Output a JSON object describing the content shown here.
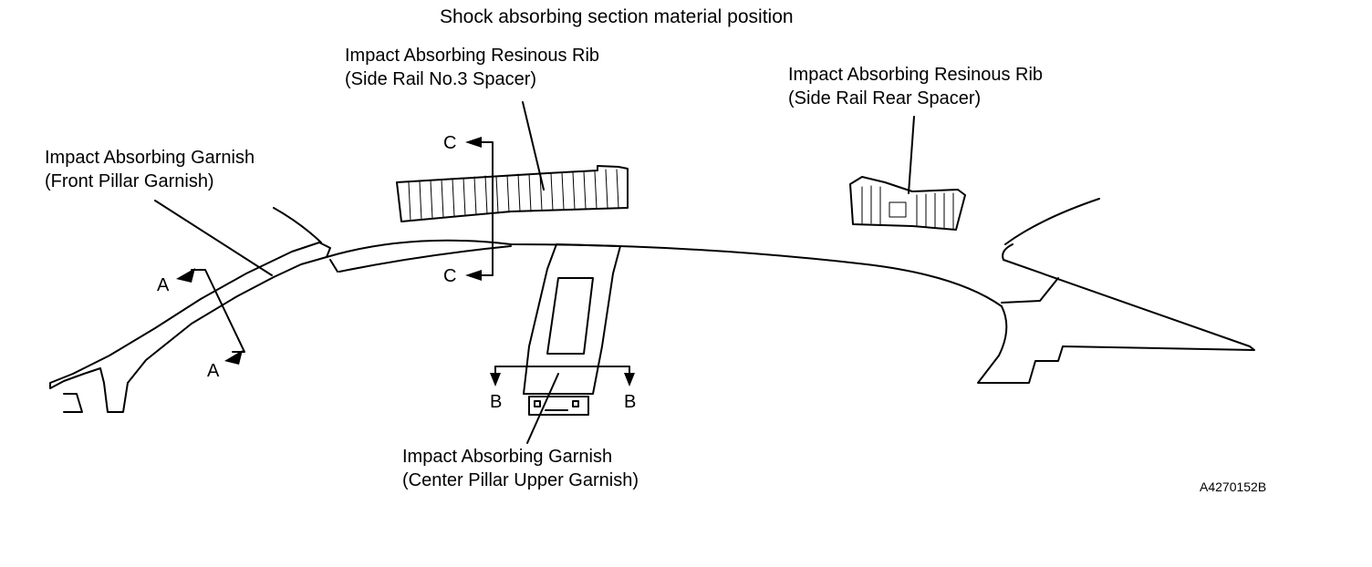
{
  "title": "Shock absorbing section material position",
  "labels": {
    "front_pillar": {
      "line1": "Impact Absorbing Garnish",
      "line2": "(Front Pillar Garnish)"
    },
    "side_rail_no3": {
      "line1": "Impact Absorbing Resinous Rib",
      "line2": "(Side Rail No.3 Spacer)"
    },
    "side_rail_rear": {
      "line1": "Impact Absorbing Resinous Rib",
      "line2": "(Side Rail Rear Spacer)"
    },
    "center_pillar": {
      "line1": "Impact Absorbing Garnish",
      "line2": "(Center Pillar Upper Garnish)"
    }
  },
  "section_marks": {
    "a": "A",
    "b": "B",
    "c": "C"
  },
  "figure_code": "A4270152B"
}
